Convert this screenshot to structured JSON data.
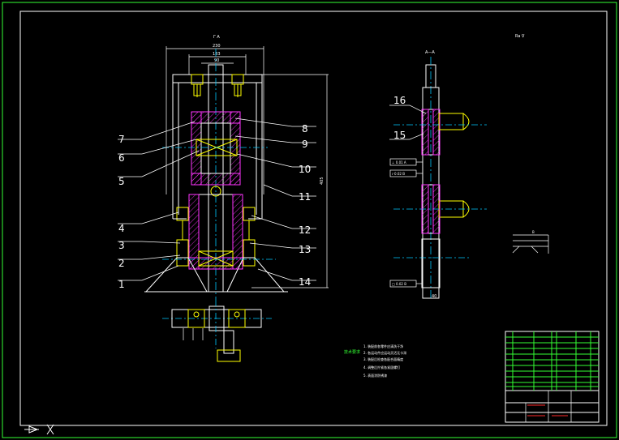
{
  "colors": {
    "background": "#000000",
    "frame": "#33ff33",
    "lines": "#ffffff",
    "hatch": "#ff33ff",
    "parts_yellow": "#ffff00",
    "centerline": "#00c8ff",
    "red": "#ff2a2a"
  },
  "view_labels": {
    "main_view_marker": "Γ A",
    "section_title": "A—A",
    "roughness": "Ra ∇"
  },
  "dimensions": {
    "top_outer": "230",
    "top_inner": "183",
    "top_inner2": "90",
    "height": "405",
    "side_bottom": "40"
  },
  "callouts": {
    "left": [
      "7",
      "6",
      "5",
      "4",
      "3",
      "2",
      "1"
    ],
    "right": [
      "8",
      "9",
      "10",
      "11",
      "12",
      "13",
      "14"
    ],
    "section": [
      "16",
      "15"
    ]
  },
  "tolerance_frames": [
    "⊥ 0.01 A",
    "⫽ 0.02 B",
    "□ 0.02 B"
  ],
  "notes": {
    "title": "技术要求",
    "lines": [
      "1. 装配前各零件应清洗干净",
      "2. 各运动件应运动灵活无卡滞",
      "3. 装配后检查各配合面精度",
      "4. 调整后拧紧各紧固螺钉",
      "5. 表面涂防锈漆"
    ]
  },
  "bottom_left_marker": "▷ X"
}
